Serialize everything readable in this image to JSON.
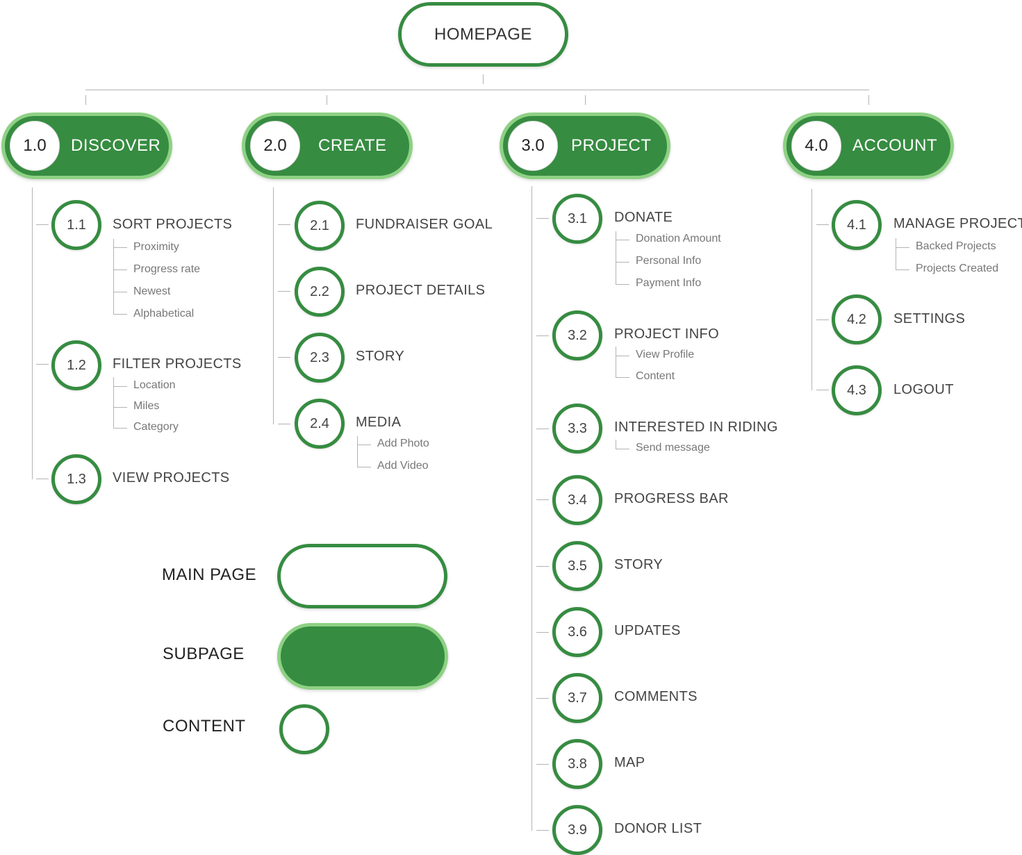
{
  "root": {
    "label": "HOMEPAGE"
  },
  "sections": [
    {
      "number": "1.0",
      "label": "DISCOVER",
      "items": [
        {
          "number": "1.1",
          "label": "SORT PROJECTS",
          "sub": [
            "Proximity",
            "Progress rate",
            "Newest",
            "Alphabetical"
          ]
        },
        {
          "number": "1.2",
          "label": "FILTER PROJECTS",
          "sub": [
            "Location",
            "Miles",
            "Category"
          ]
        },
        {
          "number": "1.3",
          "label": "VIEW PROJECTS",
          "sub": []
        }
      ]
    },
    {
      "number": "2.0",
      "label": "CREATE",
      "items": [
        {
          "number": "2.1",
          "label": "FUNDRAISER GOAL",
          "sub": []
        },
        {
          "number": "2.2",
          "label": "PROJECT DETAILS",
          "sub": []
        },
        {
          "number": "2.3",
          "label": "STORY",
          "sub": []
        },
        {
          "number": "2.4",
          "label": "MEDIA",
          "sub": [
            "Add Photo",
            "Add Video"
          ]
        }
      ]
    },
    {
      "number": "3.0",
      "label": "PROJECT",
      "items": [
        {
          "number": "3.1",
          "label": "DONATE",
          "sub": [
            "Donation Amount",
            "Personal Info",
            "Payment Info"
          ]
        },
        {
          "number": "3.2",
          "label": "PROJECT INFO",
          "sub": [
            "View Profile",
            "Content"
          ]
        },
        {
          "number": "3.3",
          "label": "INTERESTED IN RIDING",
          "sub": [
            "Send message"
          ]
        },
        {
          "number": "3.4",
          "label": "PROGRESS BAR",
          "sub": []
        },
        {
          "number": "3.5",
          "label": "STORY",
          "sub": []
        },
        {
          "number": "3.6",
          "label": "UPDATES",
          "sub": []
        },
        {
          "number": "3.7",
          "label": "COMMENTS",
          "sub": []
        },
        {
          "number": "3.8",
          "label": "MAP",
          "sub": []
        },
        {
          "number": "3.9",
          "label": "DONOR LIST",
          "sub": []
        }
      ]
    },
    {
      "number": "4.0",
      "label": "ACCOUNT",
      "items": [
        {
          "number": "4.1",
          "label": "MANAGE PROJECTS",
          "sub": [
            "Backed Projects",
            "Projects Created"
          ]
        },
        {
          "number": "4.2",
          "label": "SETTINGS",
          "sub": []
        },
        {
          "number": "4.3",
          "label": "LOGOUT",
          "sub": []
        }
      ]
    }
  ],
  "legend": {
    "main_page": "MAIN PAGE",
    "subpage": "SUBPAGE",
    "content": "CONTENT"
  },
  "colors": {
    "primary_green": "#368c41",
    "light_green": "#8ed184",
    "line_gray": "#b3b3b3",
    "text_dark": "#333333",
    "text_sub": "#777777"
  }
}
